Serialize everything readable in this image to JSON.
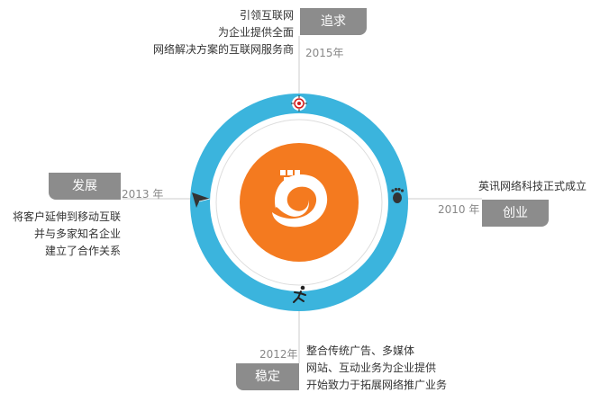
{
  "milestones": {
    "top": {
      "tag": "追求",
      "year": "2015年",
      "lines": [
        "引领互联网",
        "为企业提供全面",
        "网络解决方案的互联网服务商"
      ]
    },
    "right": {
      "tag": "创业",
      "year": "2010 年",
      "lines": [
        "英讯网络科技正式成立"
      ]
    },
    "bottom": {
      "tag": "稳定",
      "year": "2012年",
      "lines": [
        "整合传统广告、多媒体",
        "网站、互动业务为企业提供",
        "开始致力于拓展网络推广业务"
      ]
    },
    "left": {
      "tag": "发展",
      "year": "2013 年",
      "lines": [
        "将客户延伸到移动互联",
        "并与多家知名企业",
        "建立了合作关系"
      ]
    }
  },
  "icons": {
    "top": "target-icon",
    "right": "footprint-icon",
    "bottom": "running-person-icon",
    "left": "paper-plane-icon",
    "center": "company-logo-icon"
  },
  "colors": {
    "ring": "#3bb4dd",
    "center": "#f47a1f",
    "tag": "#8c8c8c",
    "line": "#cccccc"
  }
}
